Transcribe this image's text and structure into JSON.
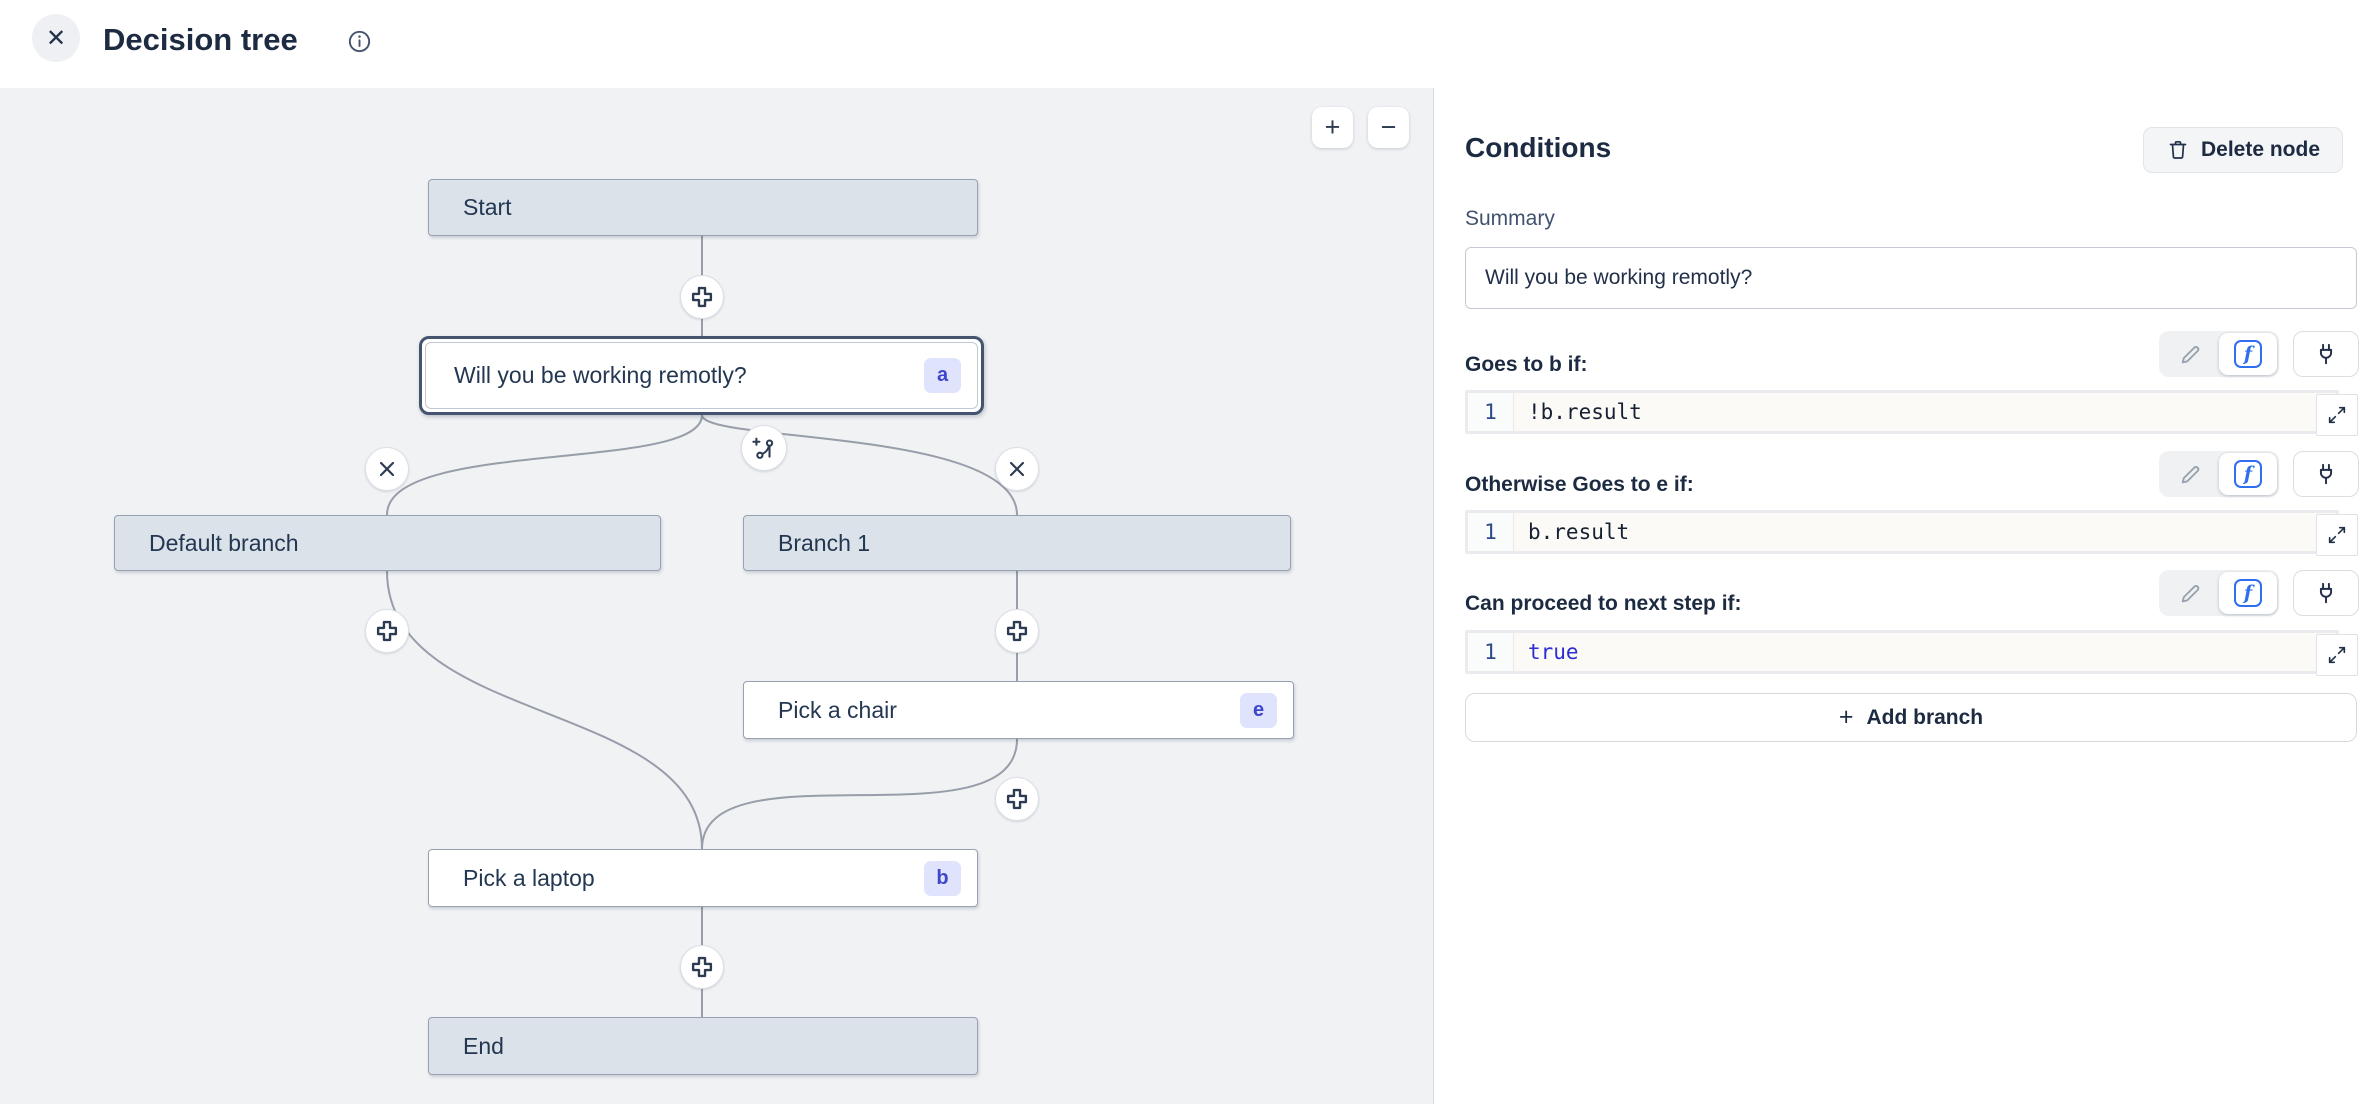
{
  "header": {
    "title": "Decision tree",
    "close_glyph": "✕"
  },
  "canvas": {
    "zoom_in_label": "+",
    "zoom_out_label": "−",
    "nodes": [
      {
        "label": "Start"
      },
      {
        "label": "Will you be working remotly?",
        "badge": "a",
        "selected": true
      },
      {
        "label": "Default branch"
      },
      {
        "label": "Branch 1"
      },
      {
        "label": "Pick a chair",
        "badge": "e"
      },
      {
        "label": "Pick a laptop",
        "badge": "b"
      },
      {
        "label": "End"
      }
    ],
    "edges": [
      {
        "from": "Start",
        "to": "Will you be working remotly?"
      },
      {
        "from": "Will you be working remotly?",
        "to": "Default branch"
      },
      {
        "from": "Will you be working remotly?",
        "to": "Branch 1"
      },
      {
        "from": "Default branch",
        "to": "Pick a laptop"
      },
      {
        "from": "Branch 1",
        "to": "Pick a chair"
      },
      {
        "from": "Pick a chair",
        "to": "Pick a laptop"
      },
      {
        "from": "Pick a laptop",
        "to": "End"
      }
    ]
  },
  "panel": {
    "title": "Conditions",
    "delete_button_label": "Delete node",
    "summary_label": "Summary",
    "summary_value": "Will you be working remotly?",
    "condition_rows": [
      {
        "label": "Goes to b if:",
        "line_number": "1",
        "code": "!b.result"
      },
      {
        "label": "Otherwise Goes to e if:",
        "line_number": "1",
        "code": "b.result"
      },
      {
        "label": "Can proceed to next step if:",
        "line_number": "1",
        "code": "true"
      }
    ],
    "add_branch_label": "Add branch"
  },
  "colors": {
    "canvas_bg": "#f1f2f4",
    "node_fill_gray": "#dce2e9",
    "node_border": "#97a1b1",
    "selected_border": "#44546f",
    "badge_bg": "#dfe3fc",
    "badge_text": "#3f46c9",
    "accent_blue": "#2f6fed",
    "keyword_blue": "#2d2dd3",
    "edge_stroke": "#979ea9"
  }
}
